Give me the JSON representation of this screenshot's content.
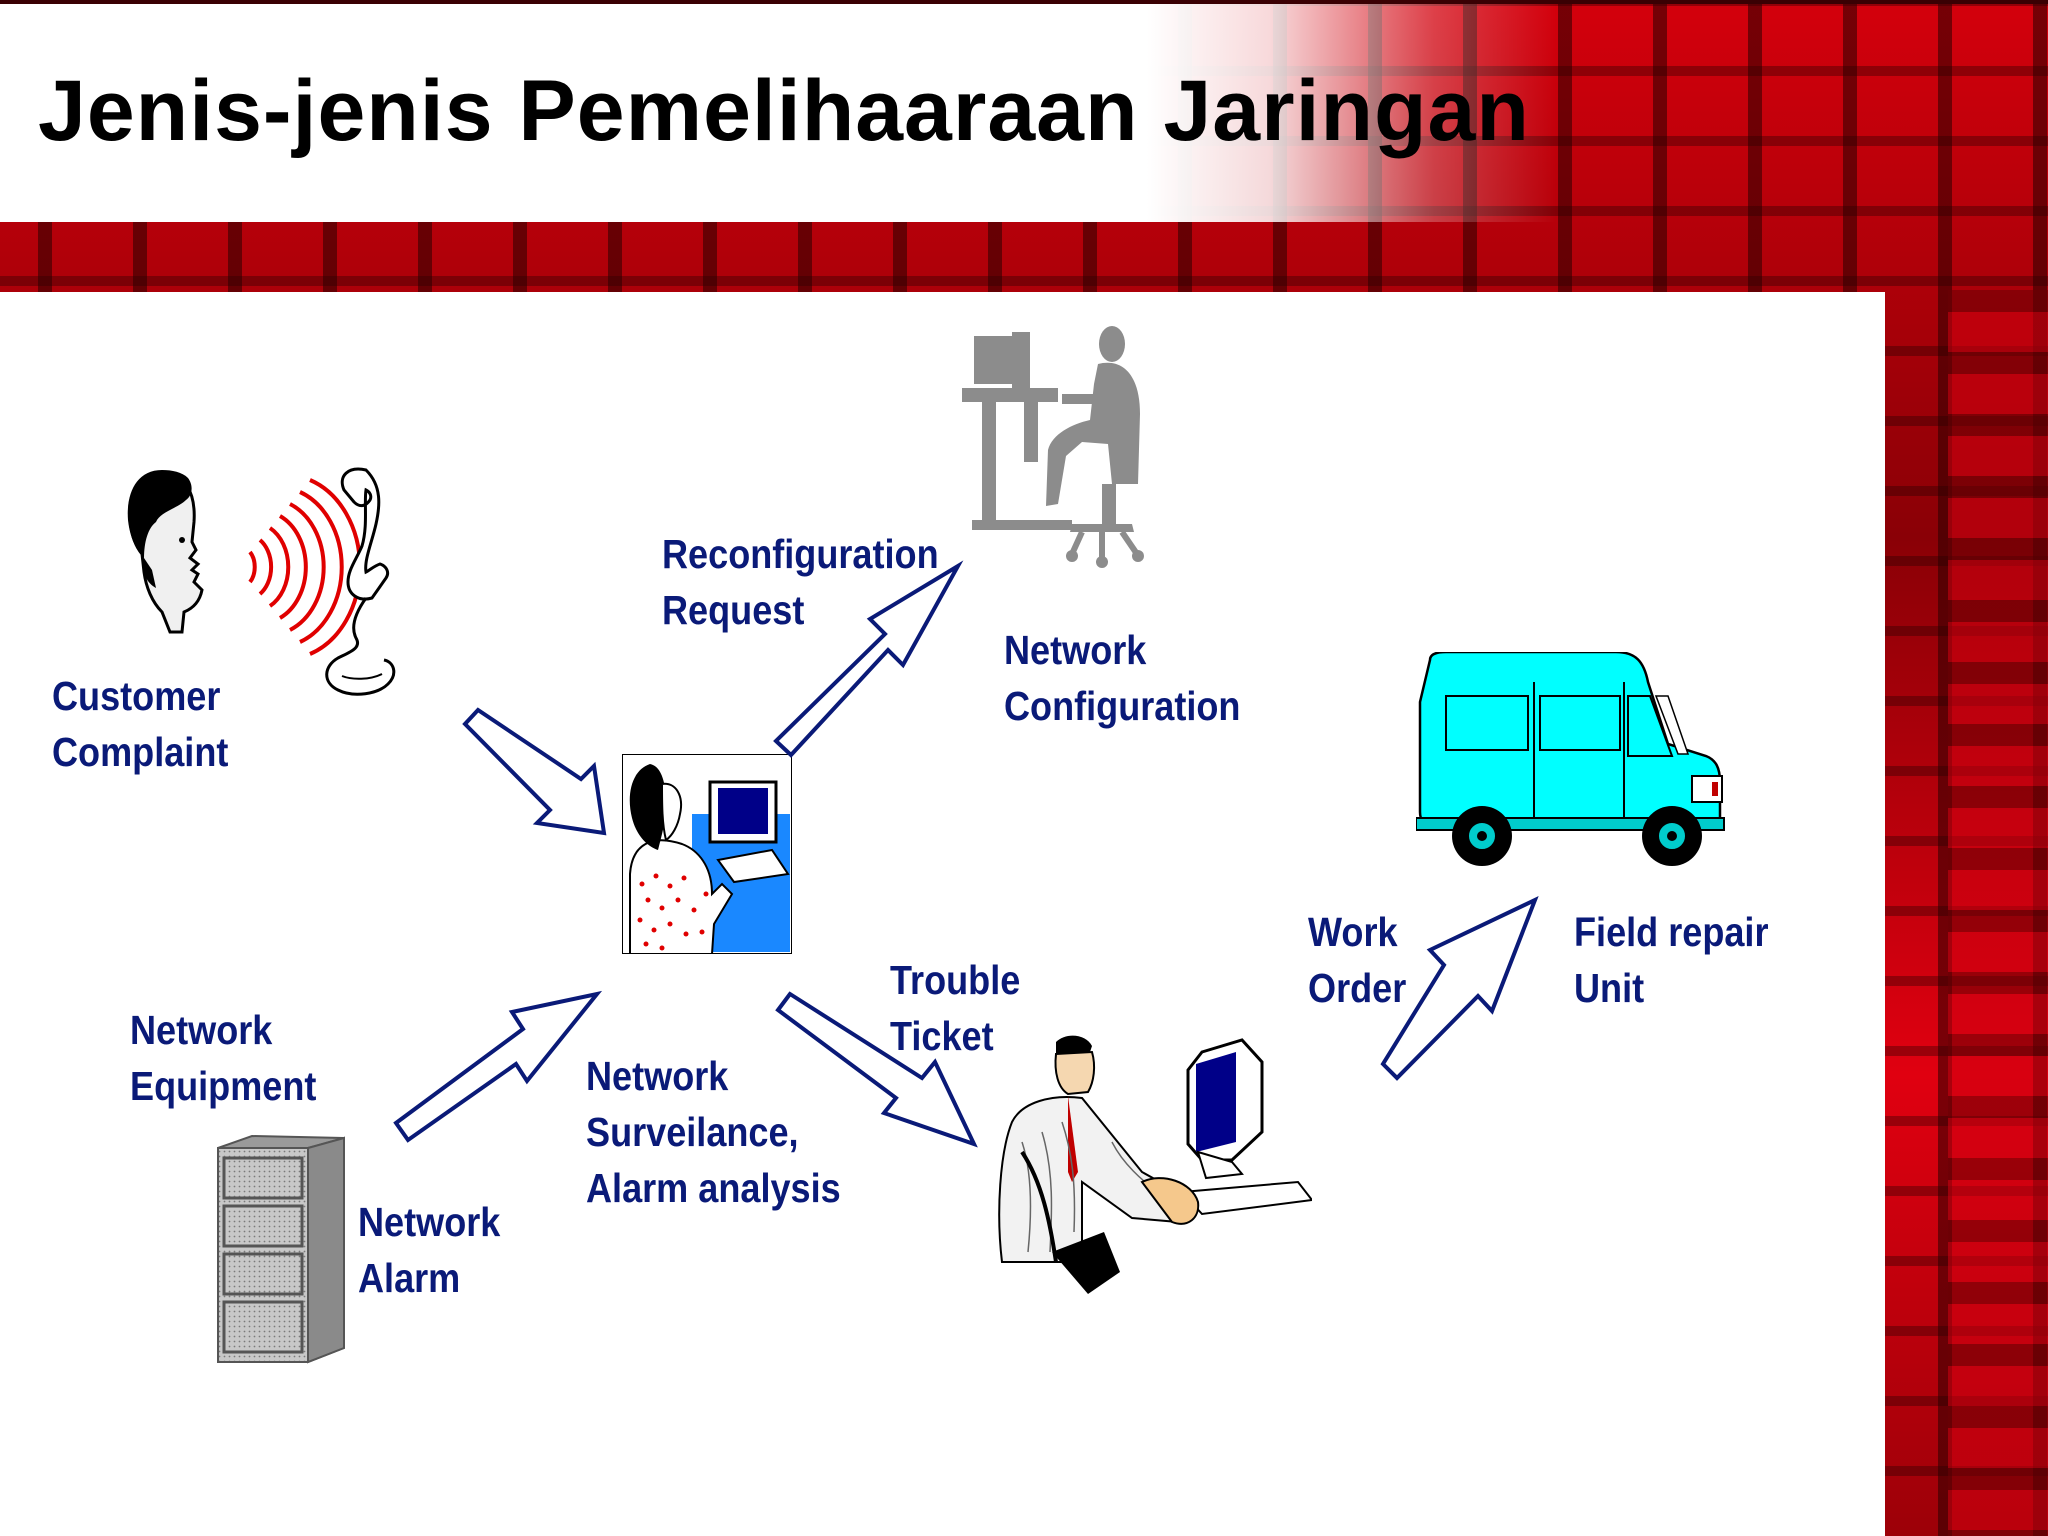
{
  "slide": {
    "title": "Jenis-jenis Pemelihaaraan Jaringan"
  },
  "labels": {
    "customer_complaint": [
      "Customer",
      "Complaint"
    ],
    "reconfiguration_request": [
      "Reconfiguration",
      "Request"
    ],
    "network_configuration": [
      "Network",
      "Configuration"
    ],
    "network_equipment": [
      "Network",
      "Equipment"
    ],
    "network_alarm": [
      "Network",
      "Alarm"
    ],
    "network_surveilance": [
      "Network",
      "Surveilance,",
      "Alarm analysis"
    ],
    "trouble_ticket": [
      "Trouble",
      "Ticket"
    ],
    "work_order": [
      "Work",
      "Order"
    ],
    "field_repair_unit": [
      "Field repair",
      "Unit"
    ]
  },
  "icons": [
    "man-profile-icon",
    "ringing-telephone-icon",
    "person-at-computer-silhouette-icon",
    "operator-at-computer-icon",
    "network-equipment-cabinet-icon",
    "technician-at-computer-icon",
    "repair-van-icon"
  ],
  "colors": {
    "label_text": "#0a1a78",
    "arrow_outline": "#0a1a78",
    "van_body": "#00ffff",
    "sound_waves": "#e00000",
    "monitor_screen": "#000088",
    "silhouette": "#8c8c8c",
    "operator_background": "#1a88ff"
  }
}
